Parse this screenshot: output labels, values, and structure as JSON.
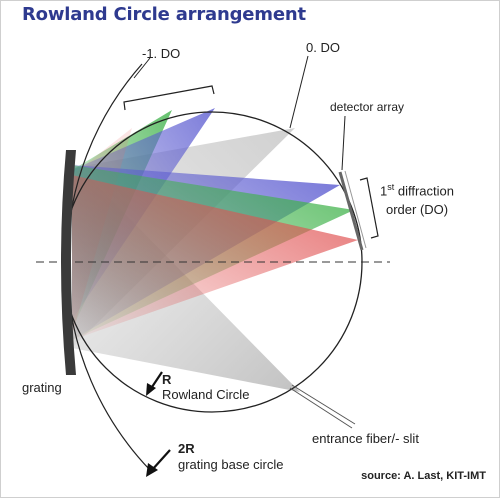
{
  "title": "Rowland Circle arrangement",
  "labels": {
    "order_minus1": "-1. DO",
    "order_zero": "0. DO",
    "detector_array": "detector array",
    "first_order_sup": "st",
    "first_order_num": "1",
    "first_order_rest": " diffraction",
    "first_order_line2": "order (DO)",
    "grating": "grating",
    "R_symbol": "R",
    "rowland_circle": "Rowland Circle",
    "twoR_symbol": "2R",
    "grating_base_circle": "grating base circle",
    "entrance": "entrance fiber/- slit",
    "source": "source: A. Last, KIT-IMT"
  },
  "colors": {
    "title": "#2e3a8f",
    "blue_beam": "#6b6bd8",
    "green_beam": "#5cc25c",
    "red_beam": "#e86a6a",
    "grey_beam": "#c8c8c8",
    "grating": "#3a3a3a"
  }
}
